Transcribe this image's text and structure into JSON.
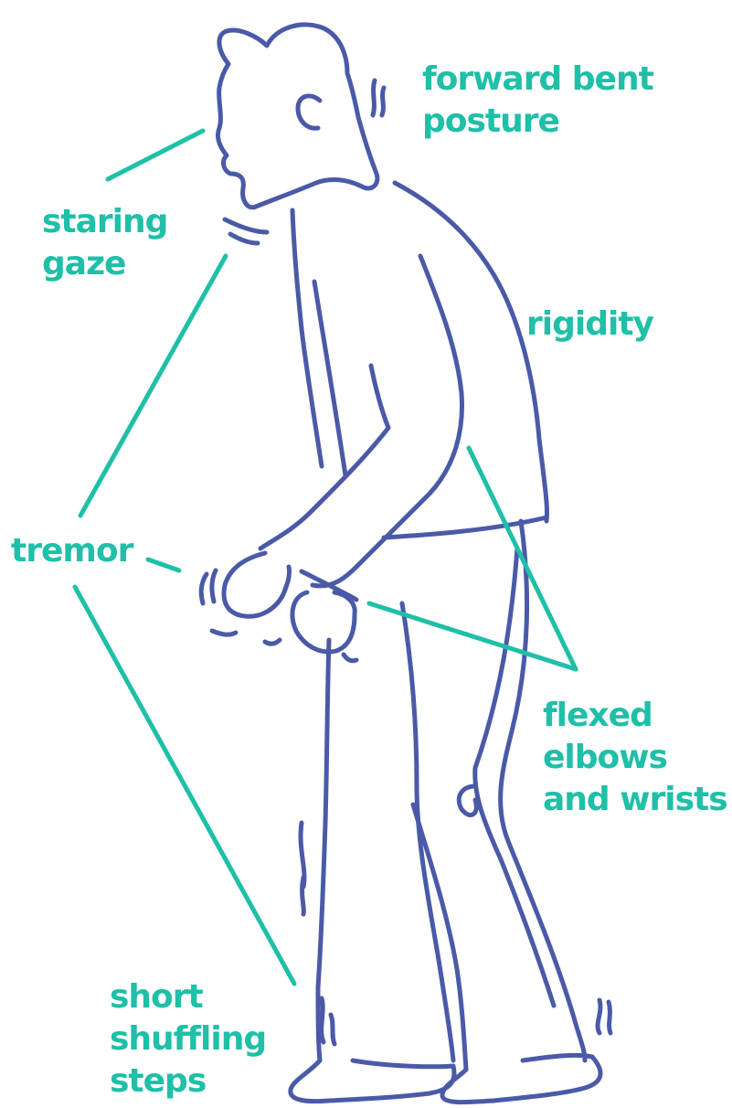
{
  "colors": {
    "figure_outline": "#4a5aa8",
    "annotation": "#1fbfa8",
    "background": "#ffffff"
  },
  "labels": {
    "forward_bent_posture": [
      "forward bent",
      "posture"
    ],
    "staring_gaze": [
      "staring",
      "gaze"
    ],
    "rigidity": [
      "rigidity"
    ],
    "tremor": [
      "tremor"
    ],
    "flexed_elbows_wrists": [
      "flexed",
      "elbows",
      "and wrists"
    ],
    "short_shuffling_steps": [
      "short",
      "shuffling",
      "steps"
    ]
  }
}
